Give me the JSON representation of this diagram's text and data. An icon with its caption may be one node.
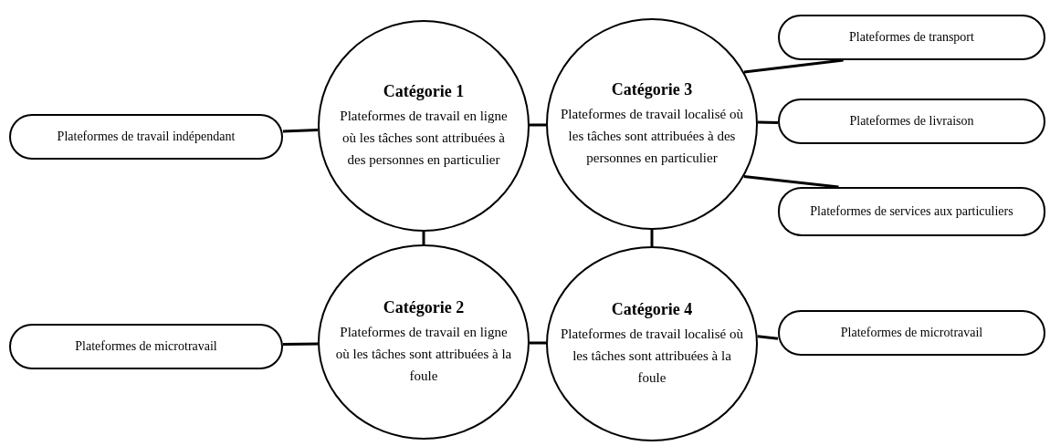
{
  "diagram": {
    "nodes": [
      {
        "text": [
          "Catégorie 1",
          "Plateformes de travail en ligne où les tâches sont attribuées à des personnes en particulier"
        ]
      },
      {
        "text": [
          "Catégorie 3",
          "Plateformes de travail localisé où les tâches sont attribuées à des personnes en particulier"
        ]
      },
      {
        "text": [
          "Plateformes de transport"
        ]
      },
      {
        "text": [
          "Plateformes de travail indépendant"
        ]
      },
      {
        "text": [
          "Plateformes de livraison"
        ]
      },
      {
        "text": [
          "Plateformes de services aux particuliers"
        ]
      },
      {
        "text": [
          "Catégorie 2",
          "Plateformes de travail en ligne où les tâches sont attribuées à la foule"
        ]
      },
      {
        "text": [
          "Catégorie 4",
          "Plateformes de travail localisé où les tâches sont attribuées à la foule"
        ]
      },
      {
        "text": [
          "Plateformes de microtravail"
        ]
      },
      {
        "text": [
          "Plateformes de microtravail"
        ]
      }
    ],
    "edges": [
      {
        "from": 3,
        "to": 0,
        "arrow": "none"
      },
      {
        "from": 0,
        "to": 1,
        "arrow": "none"
      },
      {
        "from": 1,
        "to": 2,
        "arrow": "none"
      },
      {
        "from": 1,
        "to": 4,
        "arrow": "none"
      },
      {
        "from": 1,
        "to": 5,
        "arrow": "none"
      },
      {
        "from": 0,
        "to": 6,
        "arrow": "none"
      },
      {
        "from": 1,
        "to": 7,
        "arrow": "none"
      },
      {
        "from": 8,
        "to": 6,
        "arrow": "none"
      },
      {
        "from": 6,
        "to": 7,
        "arrow": "none"
      },
      {
        "from": 7,
        "to": 9,
        "arrow": "none"
      }
    ]
  }
}
